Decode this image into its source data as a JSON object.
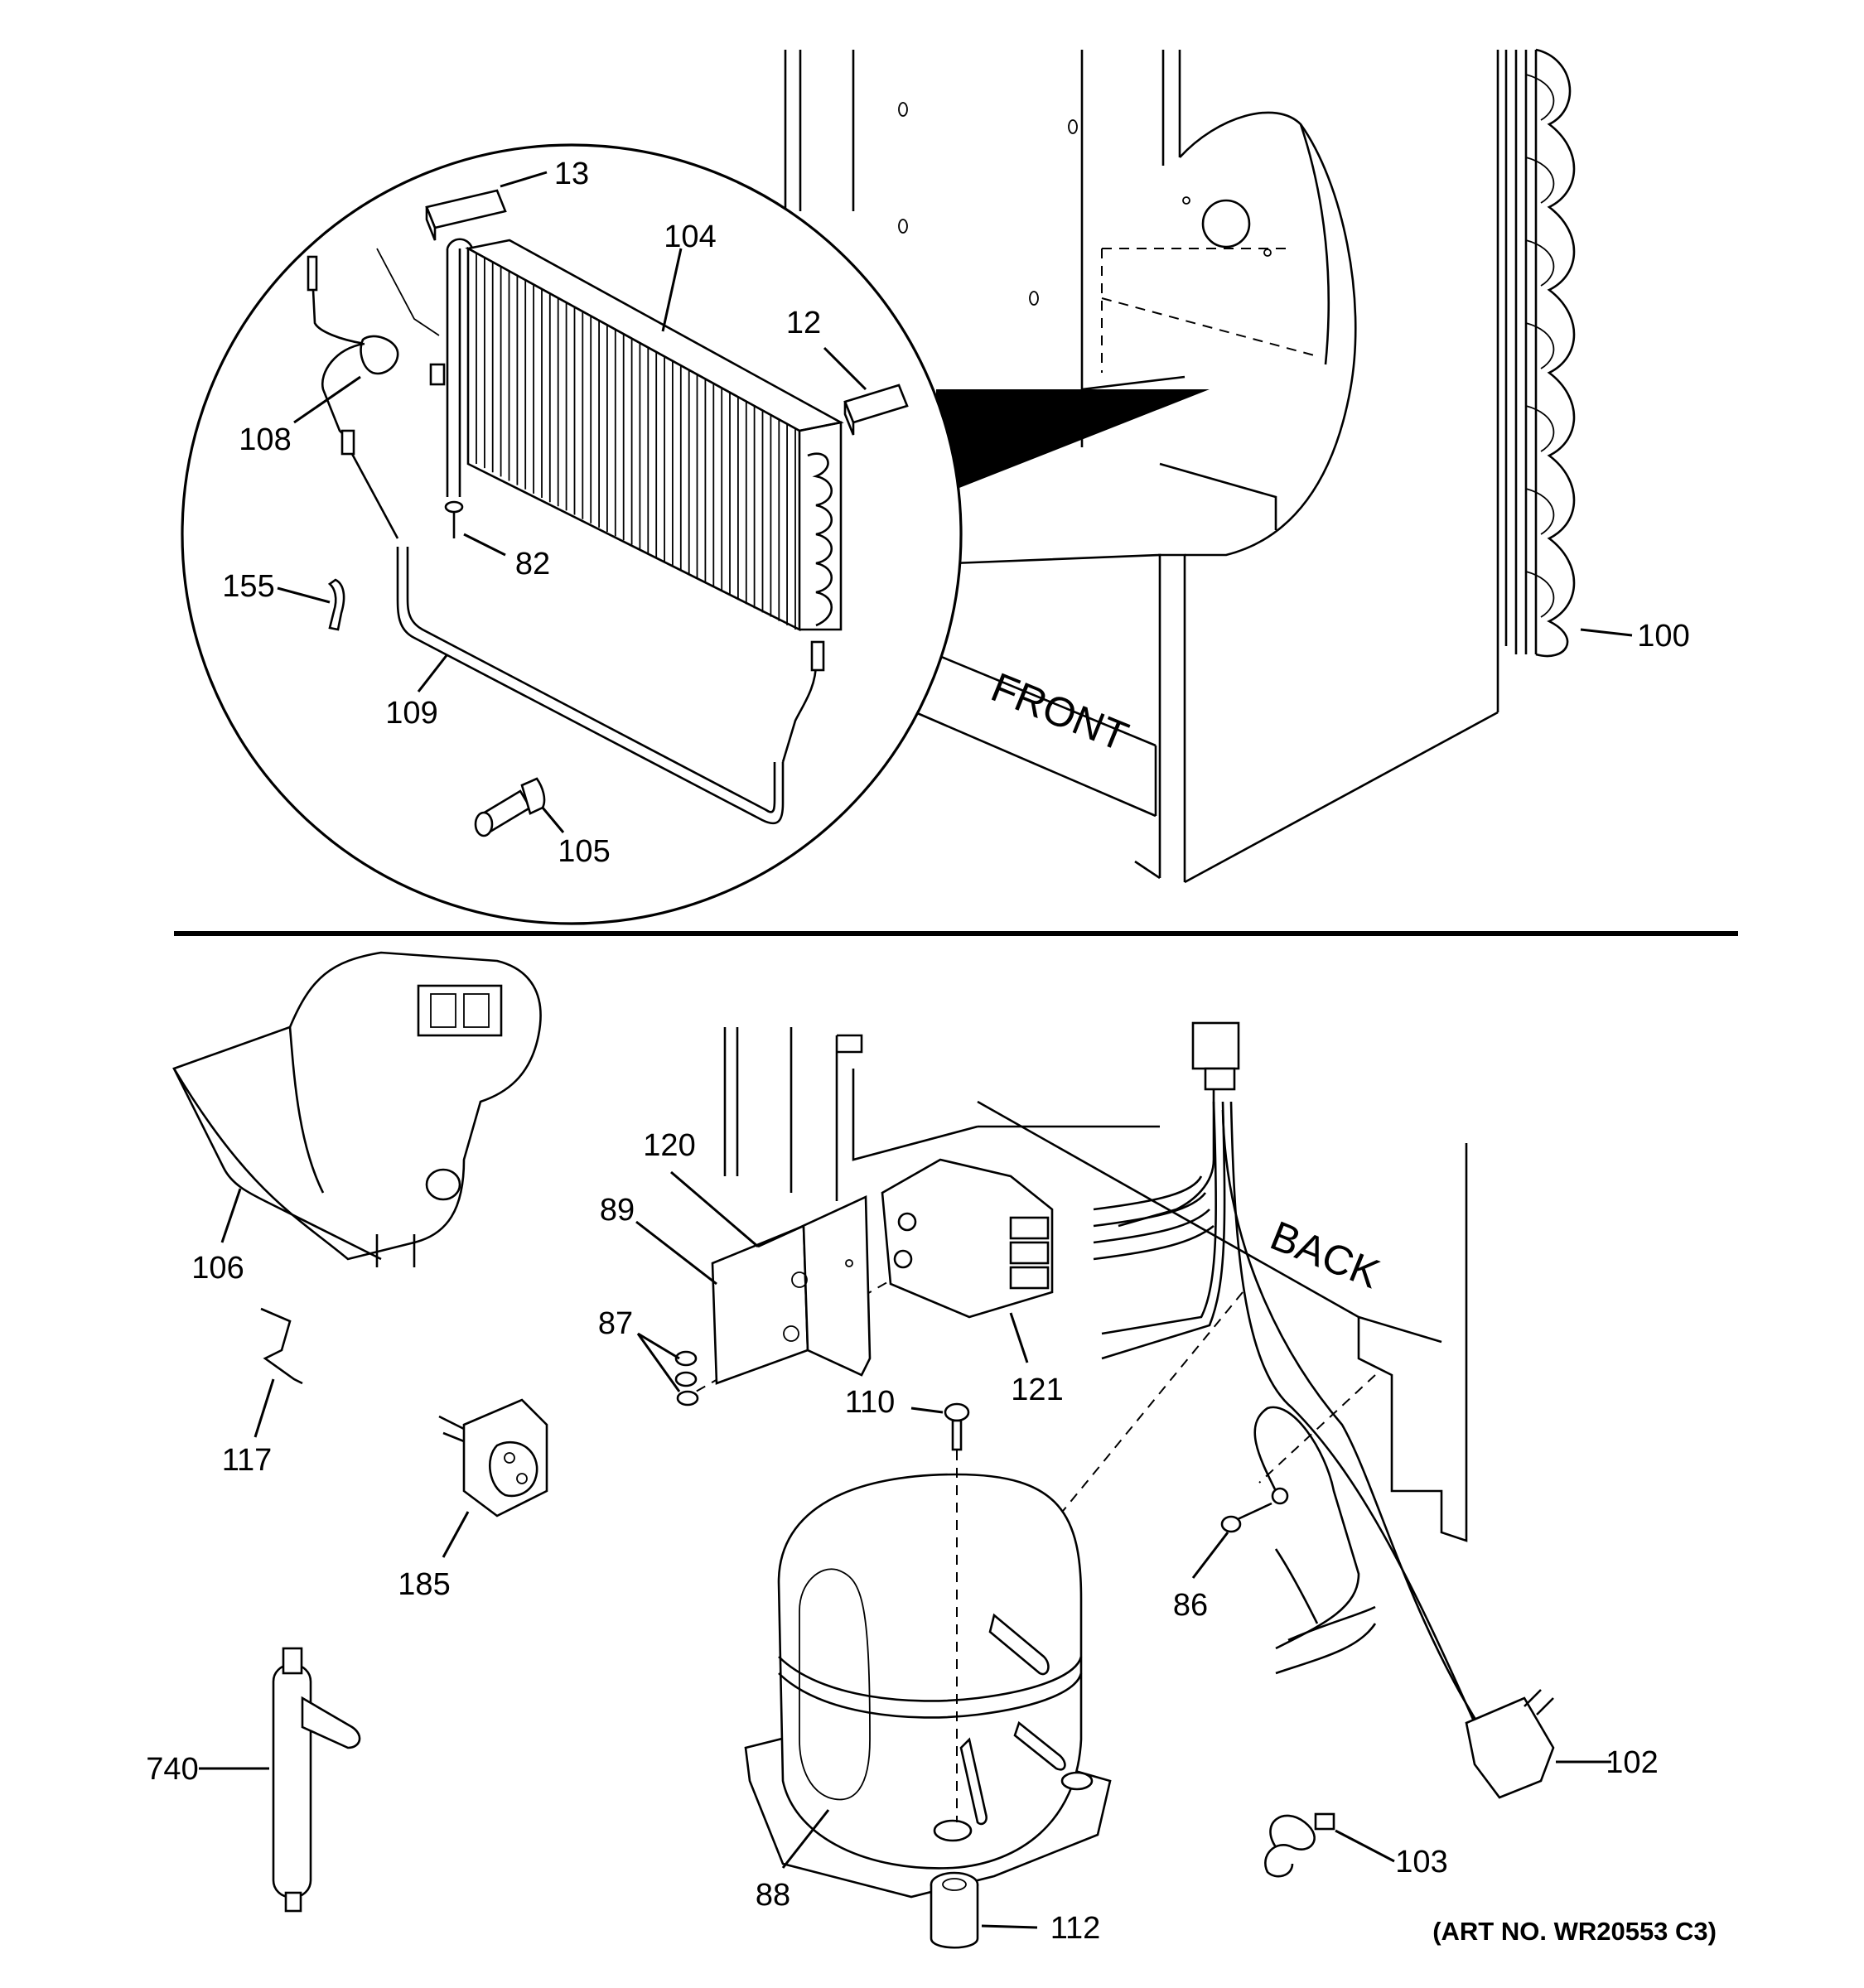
{
  "labels": {
    "p13": "13",
    "p104": "104",
    "p12": "12",
    "p108": "108",
    "p82": "82",
    "p155": "155",
    "p109": "109",
    "p105": "105",
    "p100": "100",
    "p106": "106",
    "p117": "117",
    "p120": "120",
    "p89": "89",
    "p87": "87",
    "p110": "110",
    "p121": "121",
    "p185": "185",
    "p740": "740",
    "p88": "88",
    "p112": "112",
    "p86": "86",
    "p102": "102",
    "p103": "103"
  },
  "text": {
    "front": "FRONT",
    "back": "BACK",
    "art_no": "(ART NO. WR20553 C3)"
  }
}
